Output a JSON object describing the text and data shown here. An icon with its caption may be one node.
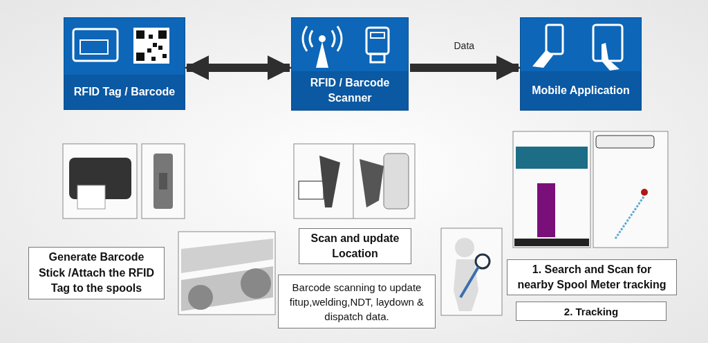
{
  "diagram": {
    "nodes": [
      {
        "text": [
          "RFID Tag / Barcode"
        ]
      },
      {
        "text": [
          "RFID / Barcode Scanner"
        ]
      },
      {
        "text": [
          "Mobile Application"
        ]
      },
      {
        "text": [
          "Generate Barcode Stick /Attach the RFID Tag to the spools"
        ]
      },
      {
        "text": [
          "Scan and update Location"
        ]
      },
      {
        "text": [
          "Barcode scanning to update fitup,welding,NDT, laydown & dispatch data."
        ]
      },
      {
        "text": [
          "1. Search and Scan for nearby Spool Meter tracking"
        ]
      },
      {
        "text": [
          "2. Tracking"
        ]
      }
    ],
    "edges": [
      {
        "from": 0,
        "to": 1,
        "arrow": "both"
      },
      {
        "from": 1,
        "to": 2,
        "arrow": "to",
        "label": "Data"
      }
    ]
  }
}
